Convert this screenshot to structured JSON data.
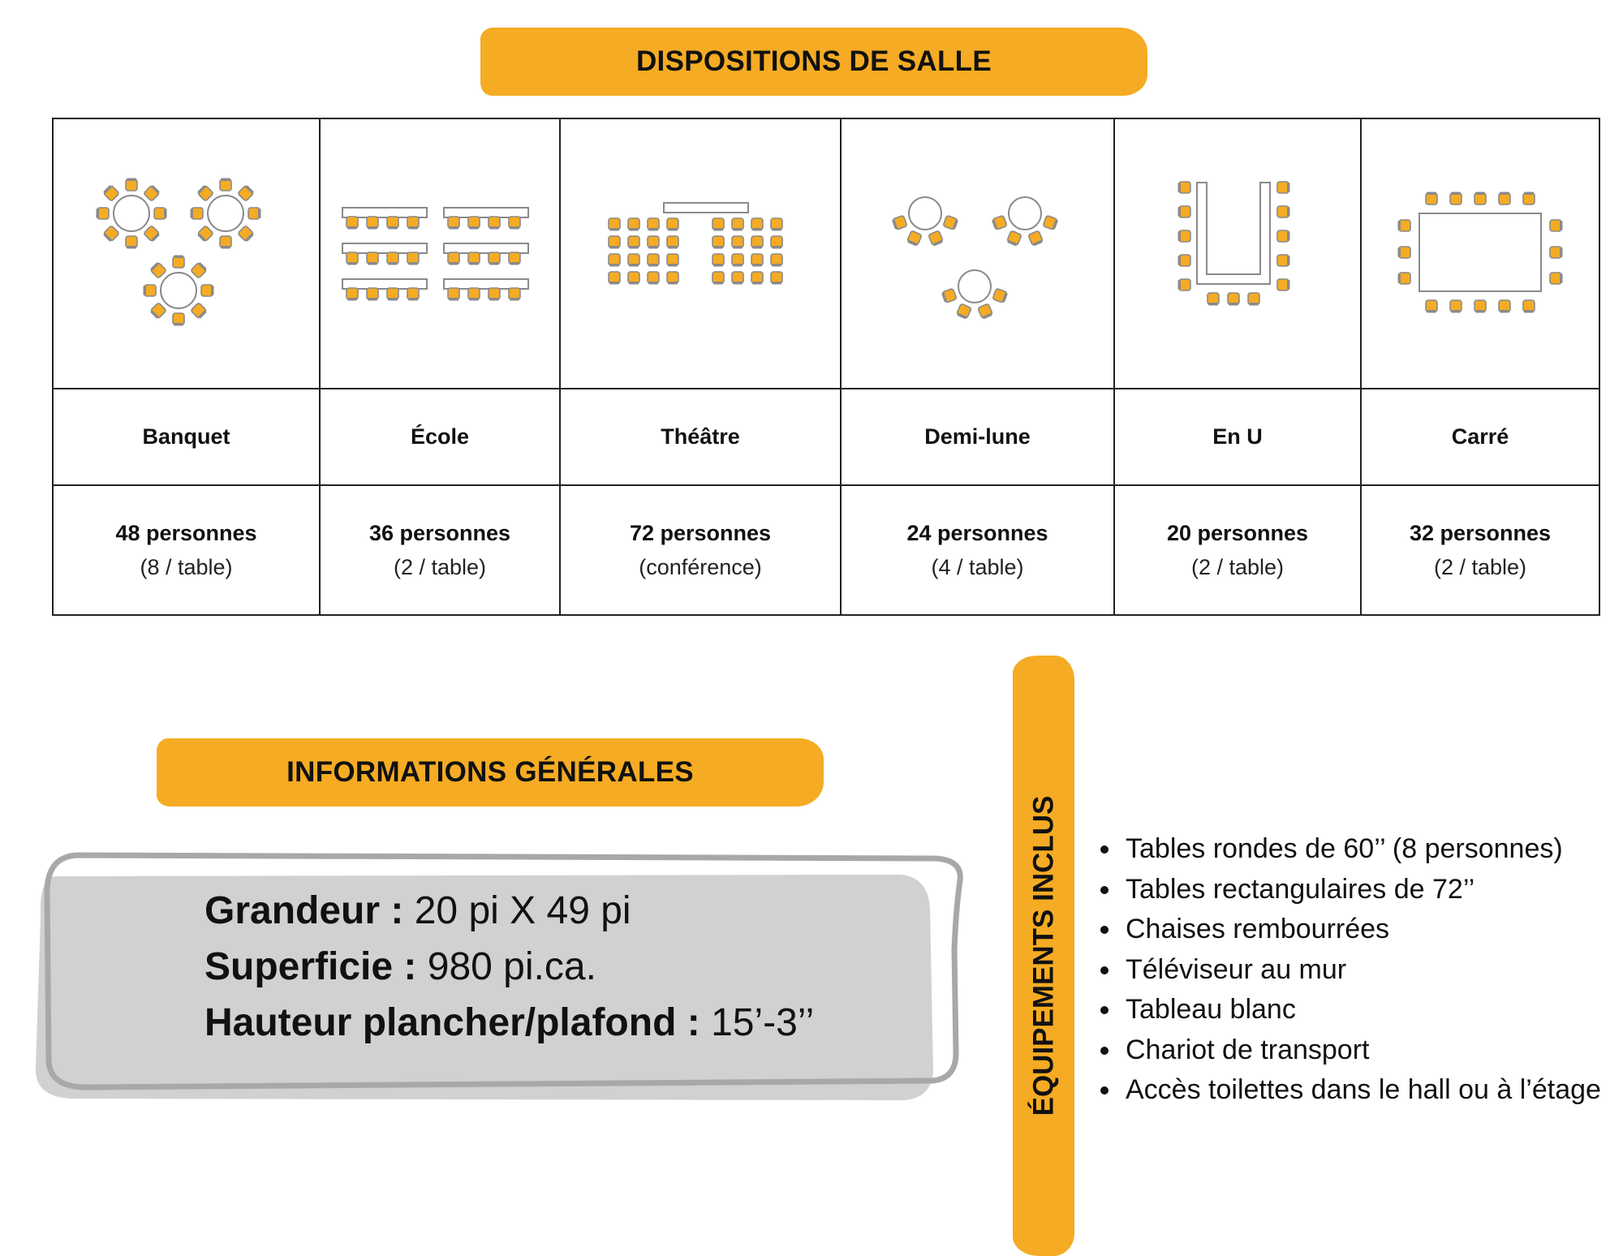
{
  "dispositions": {
    "title": "DISPOSITIONS DE SALLE",
    "layouts": [
      {
        "key": "banquet",
        "name": "Banquet",
        "capacity": "48 personnes",
        "detail": "(8 / table)"
      },
      {
        "key": "ecole",
        "name": "École",
        "capacity": "36 personnes",
        "detail": "(2 / table)"
      },
      {
        "key": "theatre",
        "name": "Théâtre",
        "capacity": "72 personnes",
        "detail": "(conférence)"
      },
      {
        "key": "demi-lune",
        "name": "Demi-lune",
        "capacity": "24 personnes",
        "detail": "(4 / table)"
      },
      {
        "key": "en-u",
        "name": "En U",
        "capacity": "20 personnes",
        "detail": "(2 / table)"
      },
      {
        "key": "carre",
        "name": "Carré",
        "capacity": "32 personnes",
        "detail": "(2 / table)"
      }
    ]
  },
  "info": {
    "title": "INFORMATIONS GÉNÉRALES",
    "lines": [
      {
        "label": "Grandeur :",
        "value": "20 pi X 49 pi"
      },
      {
        "label": "Superficie :",
        "value": "980 pi.ca."
      },
      {
        "label": "Hauteur plancher/plafond :",
        "value": "15’-3’’"
      }
    ]
  },
  "equipment": {
    "title": "ÉQUIPEMENTS INCLUS",
    "items": [
      "Tables rondes de 60’’ (8 personnes)",
      "Tables rectangulaires de 72’’",
      "Chaises rembourrées",
      "Téléviseur au mur",
      "Tableau blanc",
      "Chariot de transport",
      "Accès toilettes dans le hall ou à l’étage"
    ]
  },
  "colors": {
    "accent": "#f5ab23",
    "chair": "#f5ab23",
    "chair_outline": "#8a8a8a",
    "box_fill": "#d0d1d1",
    "box_outline": "#a8a8a8"
  }
}
